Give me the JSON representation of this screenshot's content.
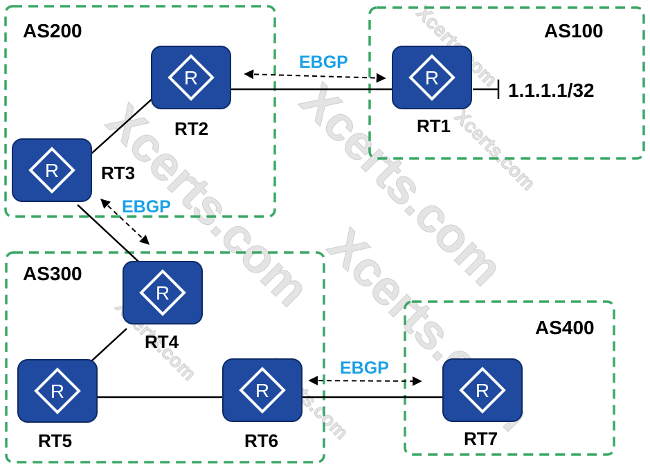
{
  "as_areas": [
    {
      "id": "as200",
      "label": "AS200"
    },
    {
      "id": "as100",
      "label": "AS100"
    },
    {
      "id": "as300",
      "label": "AS300"
    },
    {
      "id": "as400",
      "label": "AS400"
    }
  ],
  "routers": [
    {
      "id": "rt1",
      "label": "RT1",
      "icon_letter": "R"
    },
    {
      "id": "rt2",
      "label": "RT2",
      "icon_letter": "R"
    },
    {
      "id": "rt3",
      "label": "RT3",
      "icon_letter": "R"
    },
    {
      "id": "rt4",
      "label": "RT4",
      "icon_letter": "R"
    },
    {
      "id": "rt5",
      "label": "RT5",
      "icon_letter": "R"
    },
    {
      "id": "rt6",
      "label": "RT6",
      "icon_letter": "R"
    },
    {
      "id": "rt7",
      "label": "RT7",
      "icon_letter": "R"
    }
  ],
  "links": [
    {
      "from": "rt2",
      "to": "rt1"
    },
    {
      "from": "rt2",
      "to": "rt3"
    },
    {
      "from": "rt3",
      "to": "rt4"
    },
    {
      "from": "rt4",
      "to": "rt5"
    },
    {
      "from": "rt5",
      "to": "rt6"
    },
    {
      "from": "rt6",
      "to": "rt7"
    }
  ],
  "ebgp_sessions": [
    {
      "between": [
        "rt2",
        "rt1"
      ],
      "label": "EBGP"
    },
    {
      "between": [
        "rt3",
        "rt4"
      ],
      "label": "EBGP"
    },
    {
      "between": [
        "rt6",
        "rt7"
      ],
      "label": "EBGP"
    }
  ],
  "prefix": {
    "router": "rt1",
    "label": "1.1.1.1/32"
  },
  "watermark": {
    "text": "Xcerts.com"
  },
  "colors": {
    "as_border": "#3aa866",
    "router_fill": "#1f4aa0",
    "ebgp_text": "#1aa0e6",
    "link": "#000000"
  }
}
